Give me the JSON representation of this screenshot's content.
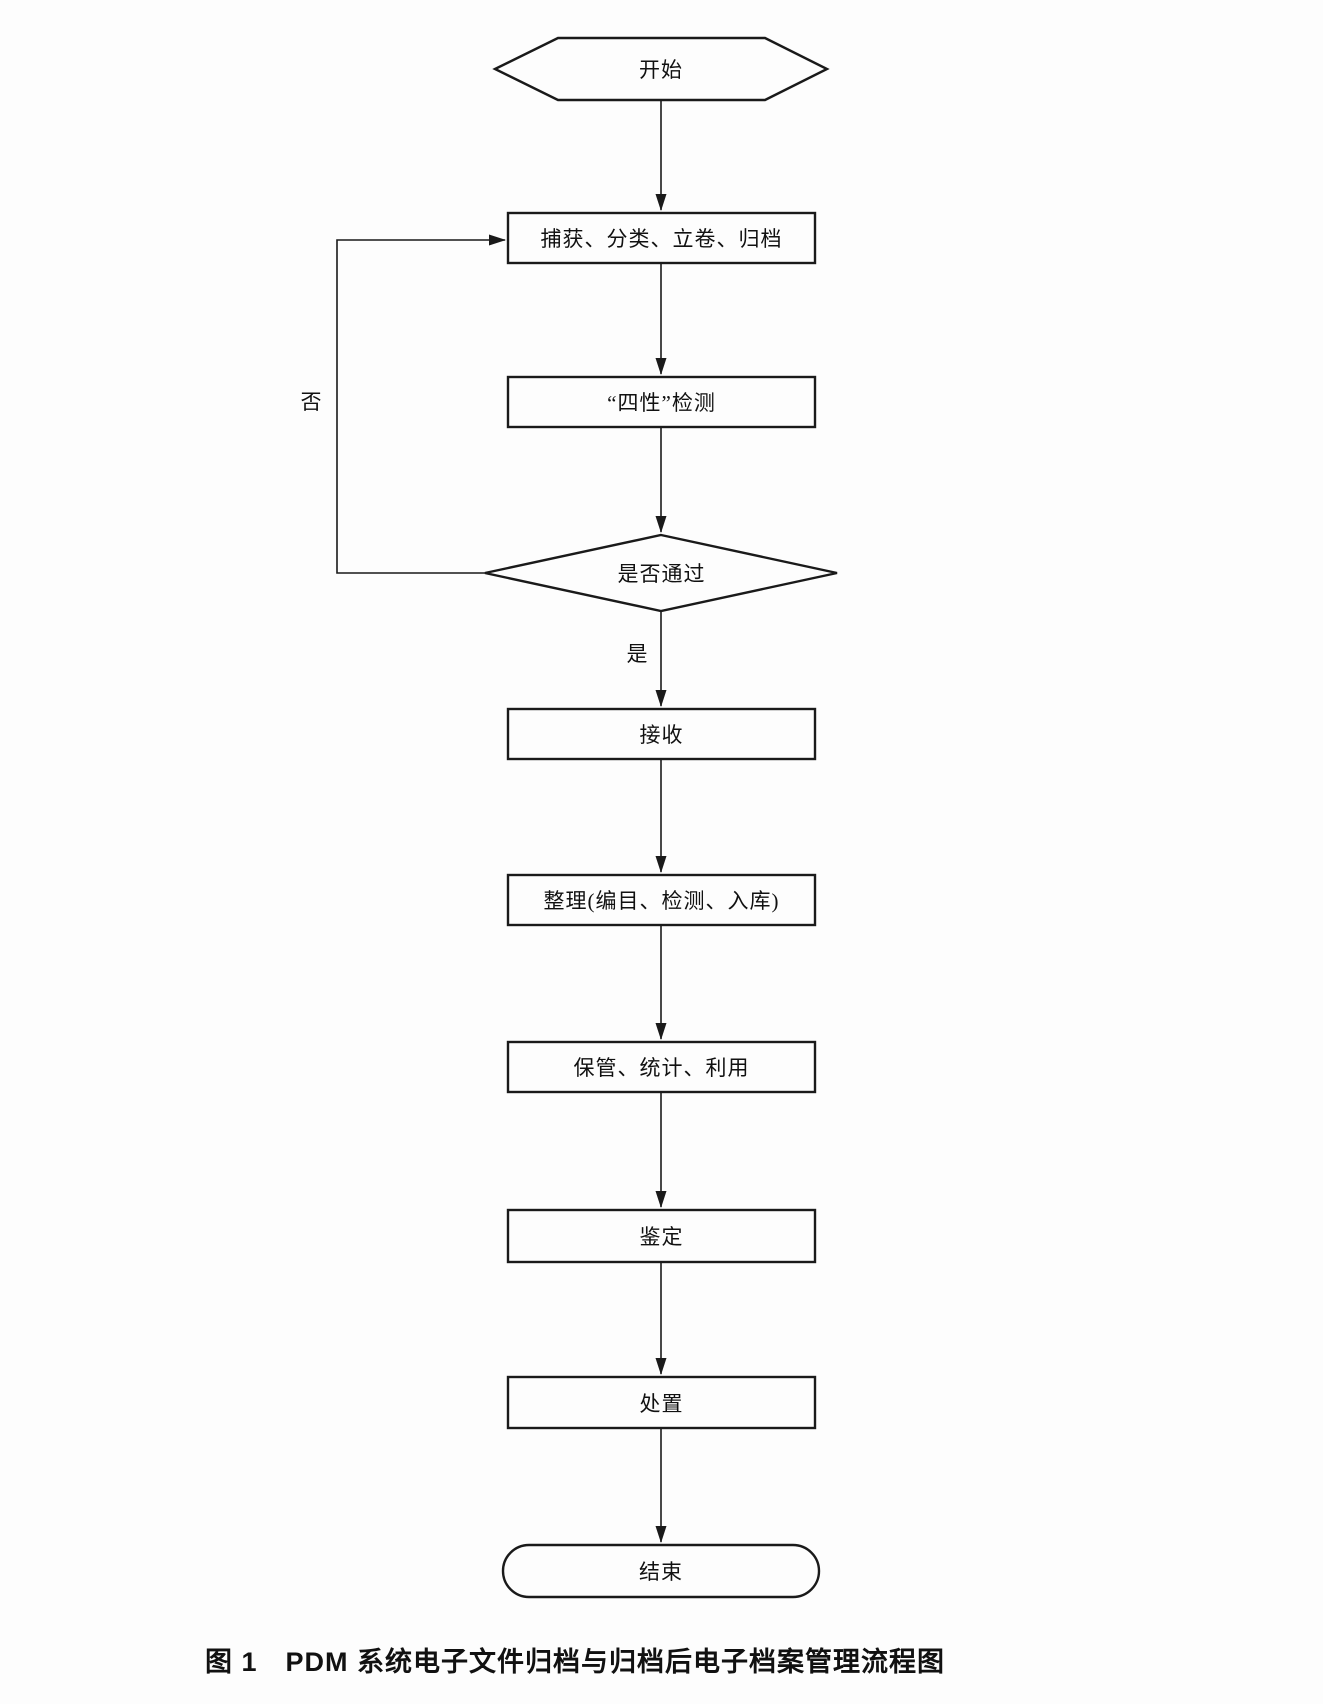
{
  "page": {
    "background": "#fdfdfd",
    "line_color": "#1a1a1a",
    "shape_fill": "#fdfdfd"
  },
  "flowchart": {
    "nodes": {
      "start": {
        "label": "开始",
        "shape": "hexagon"
      },
      "step_capture": {
        "label": "捕获、分类、立卷、归档",
        "shape": "rect"
      },
      "step_check": {
        "label": "“四性”检测",
        "shape": "rect"
      },
      "decision_pass": {
        "label": "是否通过",
        "shape": "diamond"
      },
      "step_receive": {
        "label": "接收",
        "shape": "rect"
      },
      "step_organize": {
        "label": "整理(编目、检测、入库)",
        "shape": "rect"
      },
      "step_keep": {
        "label": "保管、统计、利用",
        "shape": "rect"
      },
      "step_appraise": {
        "label": "鉴定",
        "shape": "rect"
      },
      "step_dispose": {
        "label": "处置",
        "shape": "rect"
      },
      "end": {
        "label": "结束",
        "shape": "stadium"
      }
    },
    "branches": {
      "yes_label": "是",
      "no_label": "否"
    }
  },
  "caption": "图 1　PDM 系统电子文件归档与归档后电子档案管理流程图"
}
